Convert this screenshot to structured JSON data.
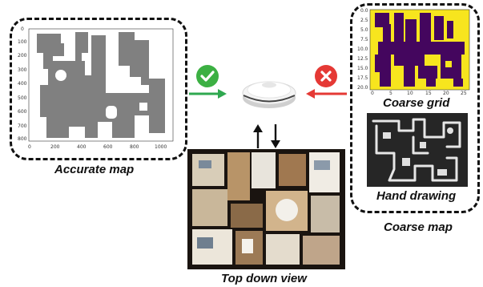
{
  "captions": {
    "accurate_map": "Accurate map",
    "coarse_grid": "Coarse grid",
    "hand_drawing": "Hand drawing",
    "coarse_map": "Coarse map",
    "top_down_view": "Top down view"
  },
  "accurate_map_axes": {
    "y_ticks": [
      "0",
      "100",
      "200",
      "300",
      "400",
      "500",
      "600",
      "700",
      "800"
    ],
    "x_ticks": [
      "0",
      "200",
      "400",
      "600",
      "800",
      "1000"
    ]
  },
  "coarse_grid_axes": {
    "y_ticks": [
      "0.0",
      "2.5",
      "5.0",
      "7.5",
      "10.0",
      "12.5",
      "15.0",
      "17.5",
      "20.0"
    ],
    "x_ticks": [
      "0",
      "5",
      "10",
      "15",
      "20",
      "25"
    ]
  },
  "colors": {
    "check": "#3cb043",
    "cross": "#e53935",
    "arrow_green": "#2fa84f",
    "arrow_red": "#e53935",
    "map_gray": "#808080",
    "grid_yellow": "#f7e51e",
    "grid_purple": "#44065e"
  },
  "icons": {
    "check": "check-circle-icon",
    "cross": "cross-circle-icon",
    "robot": "robot-vacuum-icon"
  }
}
